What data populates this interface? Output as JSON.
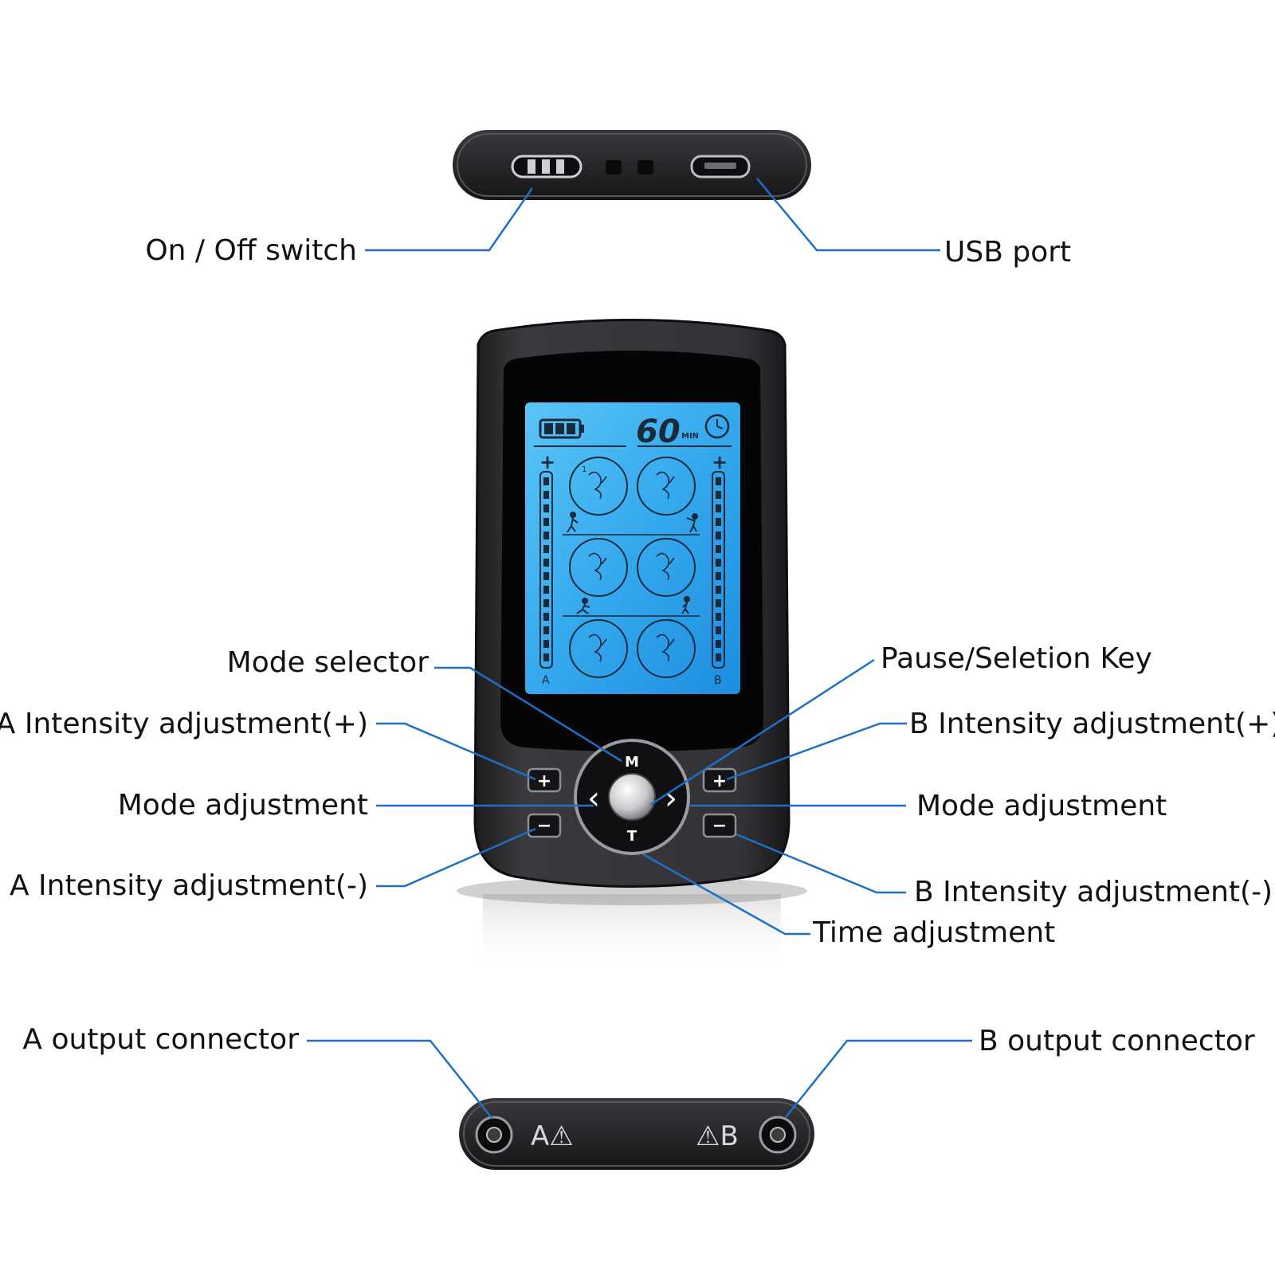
{
  "title": "",
  "labels": {
    "on_off_switch": "On / Off switch",
    "usb_port": "USB port",
    "mode_selector": "Mode selector",
    "a_intensity_plus": "A Intensity adjustment(+)",
    "mode_adjustment_left": "Mode adjustment",
    "a_intensity_minus": "A Intensity adjustment(-)",
    "pause_selection_key": "Pause/Seletion Key",
    "b_intensity_plus": "B Intensity adjustment(+)",
    "mode_adjustment_right": "Mode adjustment",
    "b_intensity_minus": "B Intensity adjustment(-)",
    "time_adjustment": "Time adjustment",
    "a_output_connector": "A output connector",
    "b_output_connector": "B output connector"
  },
  "device": {
    "lcd": {
      "timer_value": "60",
      "timer_unit": "MIN",
      "channel_a": "A",
      "channel_b": "B",
      "plus": "+",
      "mode_number": "1"
    },
    "keys": {
      "mode": "M",
      "time": "T",
      "left": "‹",
      "right": "›",
      "plus": "+",
      "minus": "−"
    },
    "connectors": {
      "a_marking": "A⚠",
      "b_marking": "⚠B"
    }
  },
  "colors": {
    "leader_line": "#1f6fc4",
    "device_body": "#2b2b2e",
    "lcd_backlight": "#3fb4f2"
  },
  "icons": [
    "battery-icon",
    "clock-icon",
    "body-part-icon",
    "warning-icon"
  ]
}
